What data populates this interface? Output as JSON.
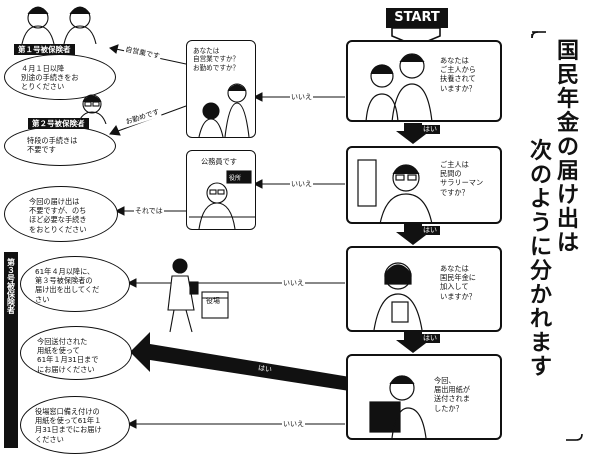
{
  "title": {
    "line1": "国民年金の届け出は",
    "line2": "次のように分かれます"
  },
  "start_label": "START",
  "questions": [
    {
      "id": "q1",
      "text": "あなたは\nご主人から\n扶養されて\nいますか？"
    },
    {
      "id": "q2",
      "text": "ご主人は\n民間の\nサラリーマン\nですか？"
    },
    {
      "id": "q3",
      "text": "あなたは\n国民年金に\n加入して\nいますか？"
    },
    {
      "id": "q4",
      "text": "今回、\n届出用紙が\n送付されま\nしたか？"
    }
  ],
  "sub_questions": [
    {
      "id": "s1",
      "text": "あなたは\n自営業ですか？\nお勤めですか？"
    },
    {
      "id": "s2",
      "text": "公務員です"
    }
  ],
  "results": [
    {
      "id": "r1",
      "label": "第１号被保険者",
      "text": "４月１日以降\n別途の手続きをお\nとりください"
    },
    {
      "id": "r2",
      "label": "第２号被保険者",
      "text": "特段の手続きは\n不要です"
    },
    {
      "id": "r3",
      "text": "今回の届け出は\n不要ですが、のち\nほど必要な手続き\nをおとりください"
    },
    {
      "id": "r4",
      "text": "61年４月以降に、\n第３号被保険者の\n届け出を出してくだ\nさい"
    },
    {
      "id": "r5",
      "text": "今回送付された\n用紙を使って\n61年１月31日まで\nにお届けください"
    },
    {
      "id": "r6",
      "text": "役場窓口備え付けの\n用紙を使って61年１\n月31日までにお届け\nください"
    }
  ],
  "third_label": "第３号被保険者",
  "edges": {
    "iie1": "いいえ",
    "iie2": "いいえ",
    "iie3": "いいえ",
    "iie4": "いいえ",
    "jieigyo": "自営業です",
    "otsutome": "お勤めです",
    "soredewa": "それでは",
    "hai1": "はい",
    "hai2": "はい",
    "hai3": "はい",
    "hai4": "はい"
  },
  "sign_text": "役所",
  "office_text": "役場"
}
